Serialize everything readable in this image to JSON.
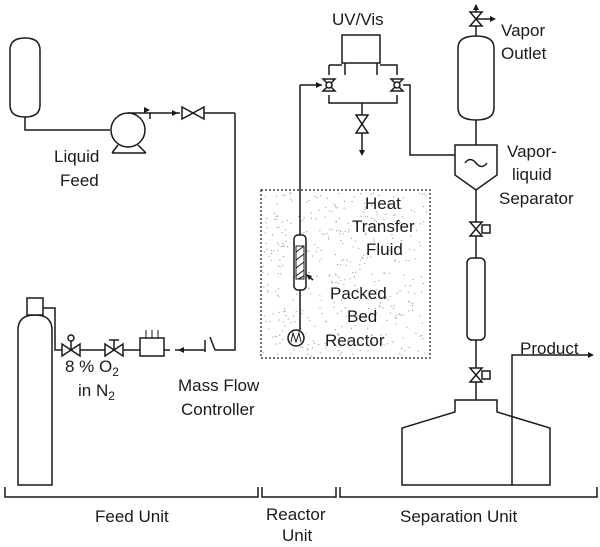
{
  "labels": {
    "uv_vis": "UV/Vis",
    "vapor": "Vapor",
    "outlet": "Outlet",
    "liquid": "Liquid",
    "feed": "Feed",
    "heat": "Heat",
    "transfer": "Transfer",
    "fluid": "Fluid",
    "vapor_dash": "Vapor-",
    "liquid_lc": "liquid",
    "separator": "Separator",
    "packed": "Packed",
    "bed": "Bed",
    "reactor": "Reactor",
    "product": "Product",
    "gas_line1_prefix": "8 % O",
    "gas_line1_sub": "2",
    "gas_line2_prefix": "in N",
    "gas_line2_sub": "2",
    "mass": "Mass Flow",
    "controller": "Controller"
  },
  "sections": {
    "feed_unit": "Feed Unit",
    "reactor_unit_line1": "Reactor",
    "reactor_unit_line2": "Unit",
    "separation_unit": "Separation Unit"
  },
  "colors": {
    "line": "#1a1a1a",
    "bath_dots": "#9a9a9a",
    "background": "#ffffff"
  }
}
